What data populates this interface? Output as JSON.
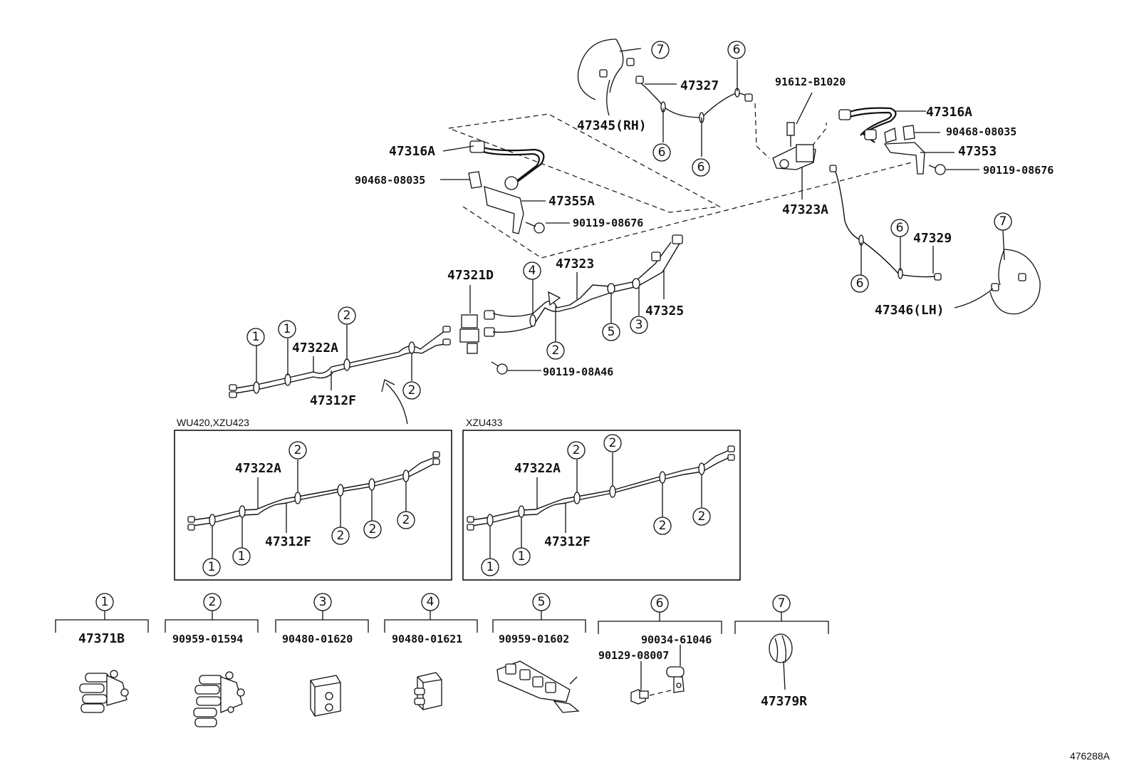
{
  "labels": {
    "p47316A_left": "47316A",
    "p90468_left": "90468-08035",
    "p47355A": "47355A",
    "p90119_mid": "90119-08676",
    "p47345": "47345(RH)",
    "p47327": "47327",
    "p91612": "91612-B1020",
    "p47316A_right": "47316A",
    "p90468_right": "90468-08035",
    "p47353": "47353",
    "p90119_right": "90119-08676",
    "p47323A": "47323A",
    "p47329": "47329",
    "p47346": "47346(LH)",
    "p47321D": "47321D",
    "p47323": "47323",
    "p47325": "47325",
    "p90119_08A46": "90119-08A46",
    "p47322A_main": "47322A",
    "p47312F_main": "47312F",
    "p47322A_box1": "47322A",
    "p47312F_box1": "47312F",
    "p47322A_box2": "47322A",
    "p47312F_box2": "47312F",
    "legend1": "47371B",
    "legend2": "90959-01594",
    "legend3": "90480-01620",
    "legend4": "90480-01621",
    "legend5": "90959-01602",
    "legend6a": "90034-61046",
    "legend6b": "90129-08007",
    "legend7": "47379R",
    "diagram_id": "476288A"
  },
  "variants": {
    "box1_title": "WU420,XZU423",
    "box2_title": "XZU433"
  },
  "callouts": {
    "c1": "1",
    "c2": "2",
    "c3": "3",
    "c4": "4",
    "c5": "5",
    "c6": "6",
    "c7": "7"
  }
}
